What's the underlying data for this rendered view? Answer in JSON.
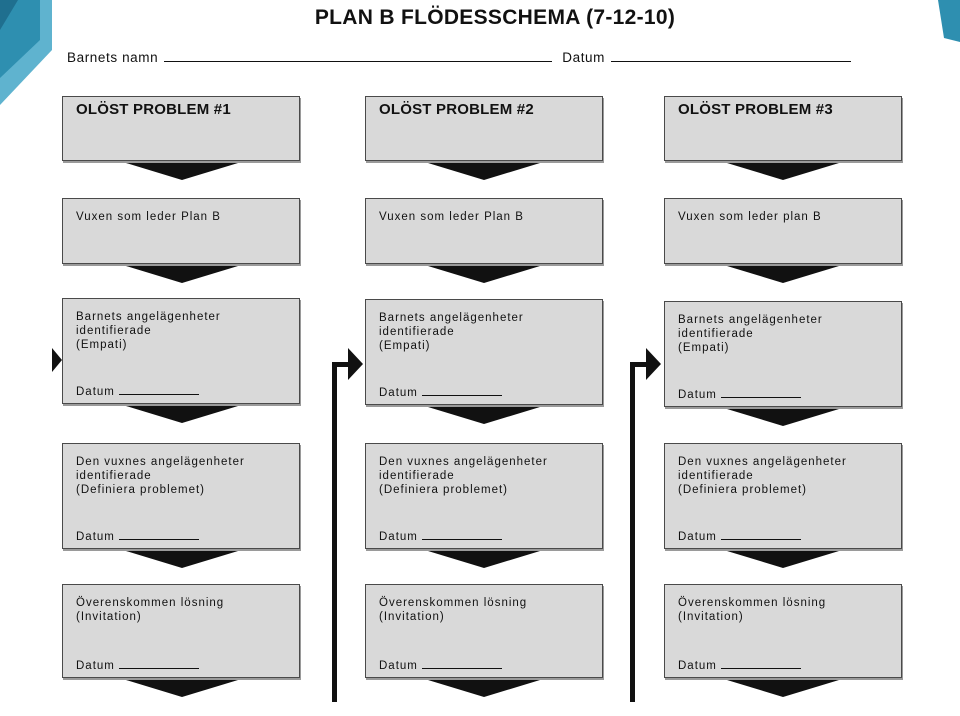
{
  "title": "PLAN B FLÖDESSCHEMA (7-12-10)",
  "header": {
    "name_label": "Barnets namn",
    "date_label": "Datum"
  },
  "columns": [
    {
      "problem": "OLÖST PROBLEM #1",
      "adult_lead": "Vuxen som leder Plan B",
      "child_concerns": "Barnets angelägenheter\nidentifierade\n(Empati)",
      "adult_concerns": "Den vuxnes angelägenheter\nidentifierade\n(Definiera problemet)",
      "solution": "Överenskommen lösning\n(Invitation)",
      "date_label": "Datum"
    },
    {
      "problem": "OLÖST PROBLEM #2",
      "adult_lead": "Vuxen som leder Plan B",
      "child_concerns": "Barnets angelägenheter\nidentifierade\n(Empati)",
      "adult_concerns": "Den vuxnes angelägenheter\nidentifierade\n(Definiera problemet)",
      "solution": "Överenskommen lösning\n(Invitation)",
      "date_label": "Datum"
    },
    {
      "problem": "OLÖST PROBLEM #3",
      "adult_lead": "Vuxen som leder plan B",
      "child_concerns": "Barnets angelägenheter\nidentifierade\n(Empati)",
      "adult_concerns": "Den vuxnes angelägenheter\nidentifierade\n(Definiera problemet)",
      "solution": "Överenskommen lösning\n(Invitation)",
      "date_label": "Datum"
    }
  ],
  "colors": {
    "box_fill": "#d9d9d9",
    "arrow": "#111111",
    "accent_teal": "#2e8fb0"
  }
}
